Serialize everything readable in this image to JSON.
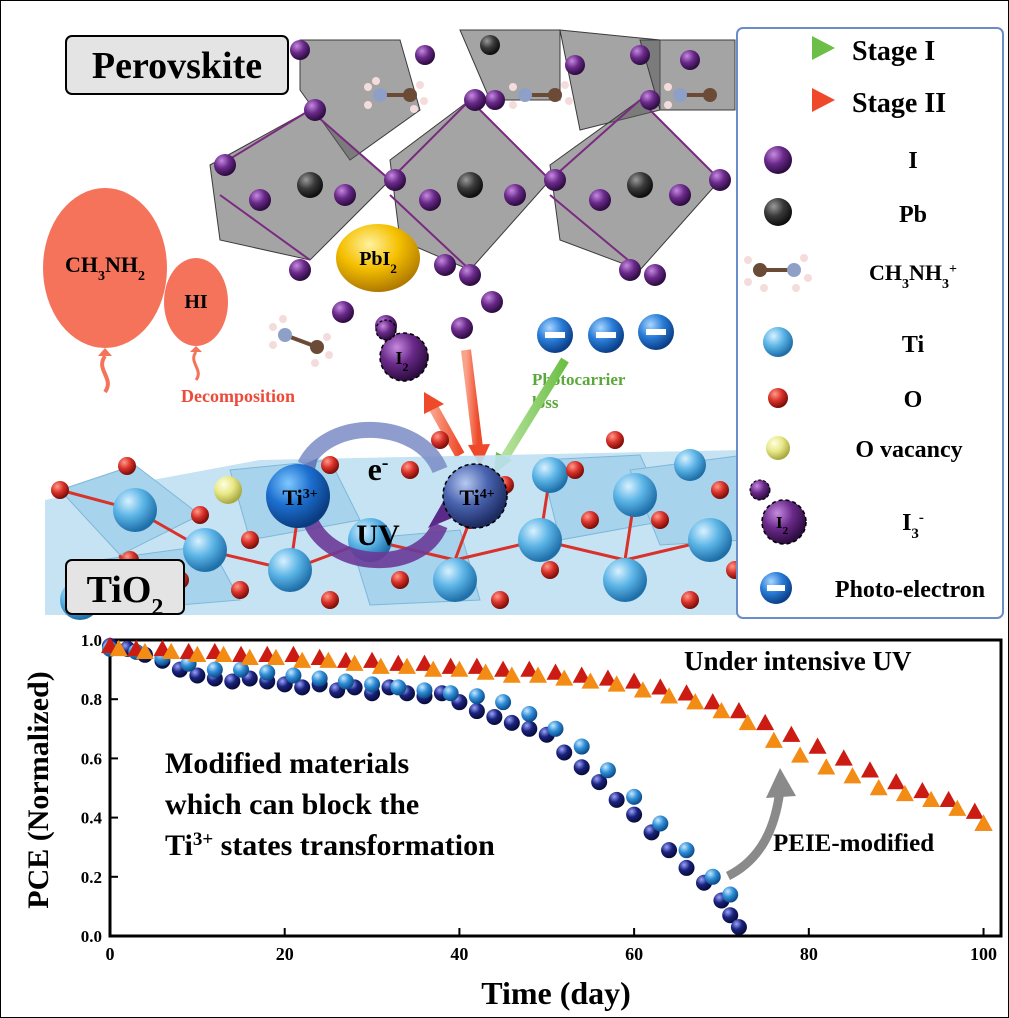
{
  "scene": {
    "perovskite_label": "Perovskite",
    "tio2_label_main": "TiO",
    "tio2_label_sub": "2",
    "balloon_ch3nh2": {
      "main": "CH",
      "sub1": "3",
      "mid": "NH",
      "sub2": "2"
    },
    "balloon_hi": "HI",
    "decomposition": "Decomposition",
    "pbi2": {
      "main": "PbI",
      "sub": "2"
    },
    "i2_particle": {
      "main": "I",
      "sub": "2"
    },
    "photocarrier_loss_line1": "Photocarrier",
    "photocarrier_loss_line2": "loss",
    "ti3": {
      "main": "Ti",
      "sup": "3+"
    },
    "ti4": {
      "main": "Ti",
      "sup": "4+"
    },
    "electron": {
      "main": "e",
      "sup": "-"
    },
    "uv": "UV",
    "colors": {
      "stage1_arrow": "#7dc65a",
      "stage2_arrow": "#f0573a",
      "balloon": "#f4735a",
      "iodine": "#6a2a8a",
      "titanium": "#4aa8e0",
      "oxygen": "#d9322a",
      "o_vacancy": "#e8e88a",
      "pbi2": "#f5c000"
    }
  },
  "legend": {
    "stage1": "Stage I",
    "stage2": "Stage II",
    "iodine": "I",
    "lead": "Pb",
    "ch3nh3": {
      "main": "CH",
      "sub1": "3",
      "mid": "NH",
      "sub2": "3",
      "sup": "+"
    },
    "titanium": "Ti",
    "oxygen": "O",
    "o_vacancy": "O vacancy",
    "i3": {
      "main": "I",
      "sub": "3",
      "sup": "-"
    },
    "i2_symbol": {
      "main": "I",
      "sub": "2"
    },
    "photo_electron": "Photo-electron"
  },
  "chart_data": {
    "type": "scatter",
    "xlabel": "Time (day)",
    "ylabel": "PCE (Normalized)",
    "xlim": [
      0,
      102
    ],
    "ylim": [
      0,
      1.0
    ],
    "xticks": [
      "0",
      "20",
      "40",
      "60",
      "80",
      "100"
    ],
    "yticks": [
      "0.0",
      "0.2",
      "0.4",
      "0.6",
      "0.8",
      "1.0"
    ],
    "annotations": {
      "uv": "Under intensive UV",
      "modified_line1": "Modified materials",
      "modified_line2": "which can block the",
      "modified_line3_pre": "Ti",
      "modified_line3_sup": "3+",
      "modified_line3_post": " states transformation",
      "peie": "PEIE-modified"
    },
    "series": [
      {
        "marker": "sphere",
        "color": "#1a237e",
        "x": [
          0,
          2,
          4,
          6,
          8,
          10,
          12,
          14,
          16,
          18,
          20,
          22,
          24,
          26,
          28,
          30,
          32,
          34,
          36,
          38,
          40,
          42,
          44,
          46,
          48,
          50,
          52,
          54,
          56,
          58,
          60,
          62,
          64,
          66,
          68,
          70,
          71,
          72
        ],
        "y": [
          0.98,
          0.97,
          0.95,
          0.93,
          0.9,
          0.88,
          0.87,
          0.86,
          0.87,
          0.86,
          0.85,
          0.84,
          0.85,
          0.83,
          0.84,
          0.82,
          0.84,
          0.82,
          0.81,
          0.82,
          0.79,
          0.76,
          0.74,
          0.72,
          0.7,
          0.68,
          0.62,
          0.57,
          0.52,
          0.46,
          0.41,
          0.35,
          0.29,
          0.23,
          0.18,
          0.12,
          0.07,
          0.03
        ]
      },
      {
        "marker": "sphere",
        "color": "#2f8fd8",
        "x": [
          0,
          3,
          6,
          9,
          12,
          15,
          18,
          21,
          24,
          27,
          30,
          33,
          36,
          39,
          42,
          45,
          48,
          51,
          54,
          57,
          60,
          63,
          66,
          69,
          71
        ],
        "y": [
          0.97,
          0.96,
          0.94,
          0.92,
          0.9,
          0.9,
          0.89,
          0.88,
          0.87,
          0.86,
          0.85,
          0.84,
          0.83,
          0.82,
          0.81,
          0.79,
          0.75,
          0.7,
          0.64,
          0.56,
          0.47,
          0.38,
          0.29,
          0.2,
          0.14
        ]
      },
      {
        "marker": "triangle",
        "color": "#cc1b12",
        "x": [
          0,
          3,
          6,
          9,
          12,
          15,
          18,
          21,
          24,
          27,
          30,
          33,
          36,
          39,
          42,
          45,
          48,
          51,
          54,
          57,
          60,
          63,
          66,
          69,
          72,
          75,
          78,
          81,
          84,
          87,
          90,
          93,
          96,
          99,
          100
        ],
        "y": [
          0.98,
          0.97,
          0.97,
          0.96,
          0.96,
          0.95,
          0.95,
          0.95,
          0.94,
          0.93,
          0.93,
          0.92,
          0.92,
          0.91,
          0.91,
          0.9,
          0.9,
          0.89,
          0.88,
          0.87,
          0.86,
          0.84,
          0.82,
          0.79,
          0.76,
          0.72,
          0.68,
          0.64,
          0.6,
          0.56,
          0.52,
          0.49,
          0.46,
          0.42,
          0.38
        ]
      },
      {
        "marker": "triangle",
        "color": "#f28c14",
        "x": [
          1,
          4,
          7,
          10,
          13,
          16,
          19,
          22,
          25,
          28,
          31,
          34,
          37,
          40,
          43,
          46,
          49,
          52,
          55,
          58,
          61,
          64,
          67,
          70,
          73,
          76,
          79,
          82,
          85,
          88,
          91,
          94,
          97,
          100
        ],
        "y": [
          0.97,
          0.96,
          0.96,
          0.95,
          0.95,
          0.94,
          0.94,
          0.93,
          0.93,
          0.92,
          0.91,
          0.91,
          0.9,
          0.9,
          0.89,
          0.88,
          0.88,
          0.87,
          0.86,
          0.85,
          0.83,
          0.81,
          0.79,
          0.76,
          0.72,
          0.66,
          0.61,
          0.57,
          0.54,
          0.5,
          0.48,
          0.46,
          0.43,
          0.38
        ]
      }
    ]
  }
}
